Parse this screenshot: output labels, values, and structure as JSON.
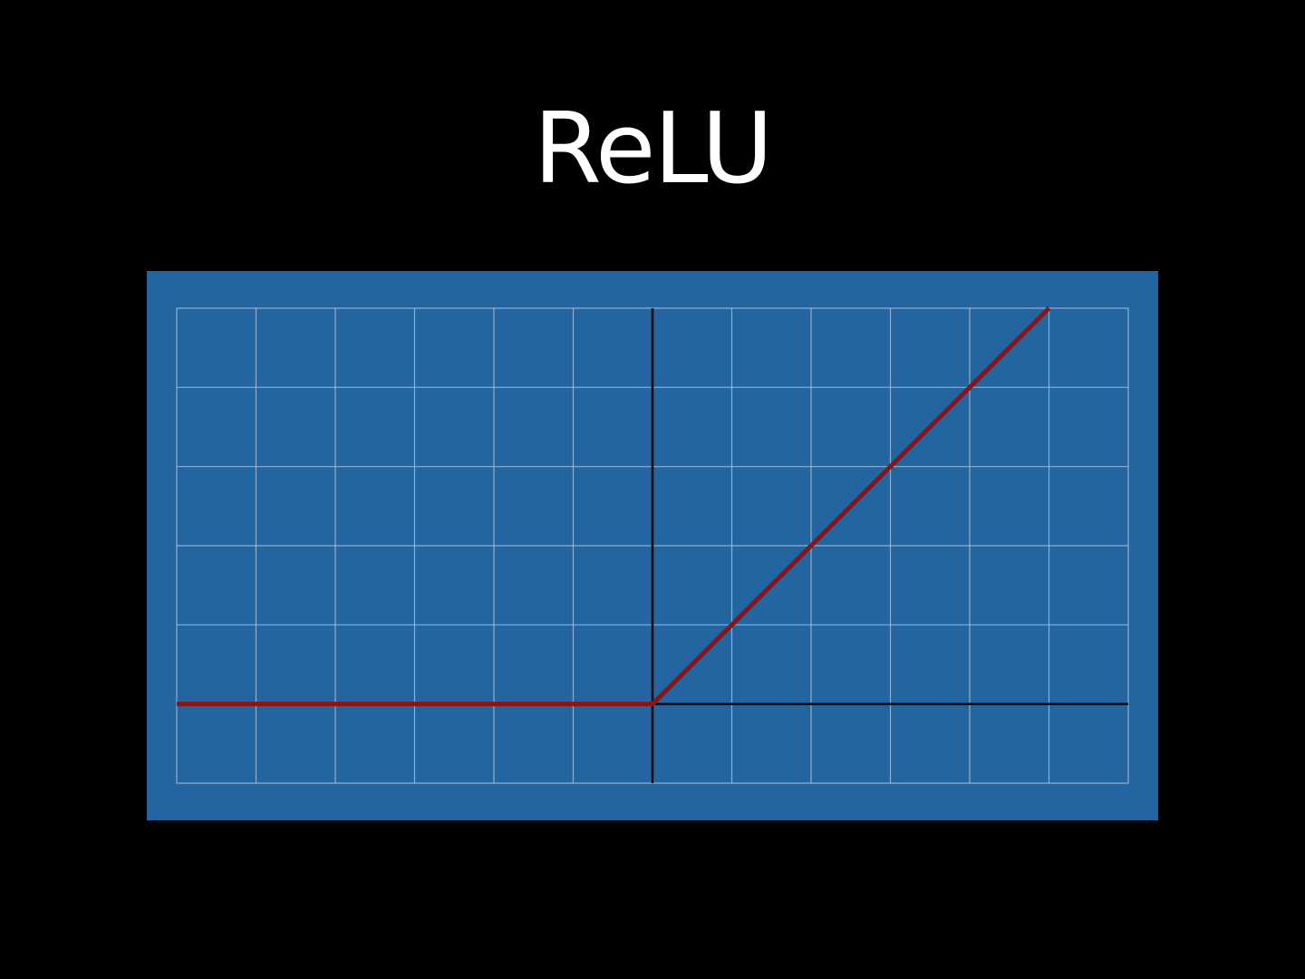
{
  "slide": {
    "title": "ReLU"
  },
  "colors": {
    "background": "#000000",
    "panel": "#2365a0",
    "grid": "#b8c6d6",
    "axis": "#0a0a0a",
    "series": "#8b1414",
    "title": "#ffffff"
  },
  "chart_data": {
    "type": "line",
    "title": "",
    "xlabel": "",
    "ylabel": "",
    "xlim": [
      -6,
      6
    ],
    "ylim": [
      -1,
      5
    ],
    "grid": true,
    "axes_at_zero": true,
    "tick_labels": false,
    "series": [
      {
        "x": [
          -6,
          -5,
          -4,
          -3,
          -2,
          -1,
          0,
          1,
          2,
          3,
          4,
          5
        ],
        "y": [
          0,
          0,
          0,
          0,
          0,
          0,
          0,
          1,
          2,
          3,
          4,
          5
        ]
      }
    ]
  }
}
